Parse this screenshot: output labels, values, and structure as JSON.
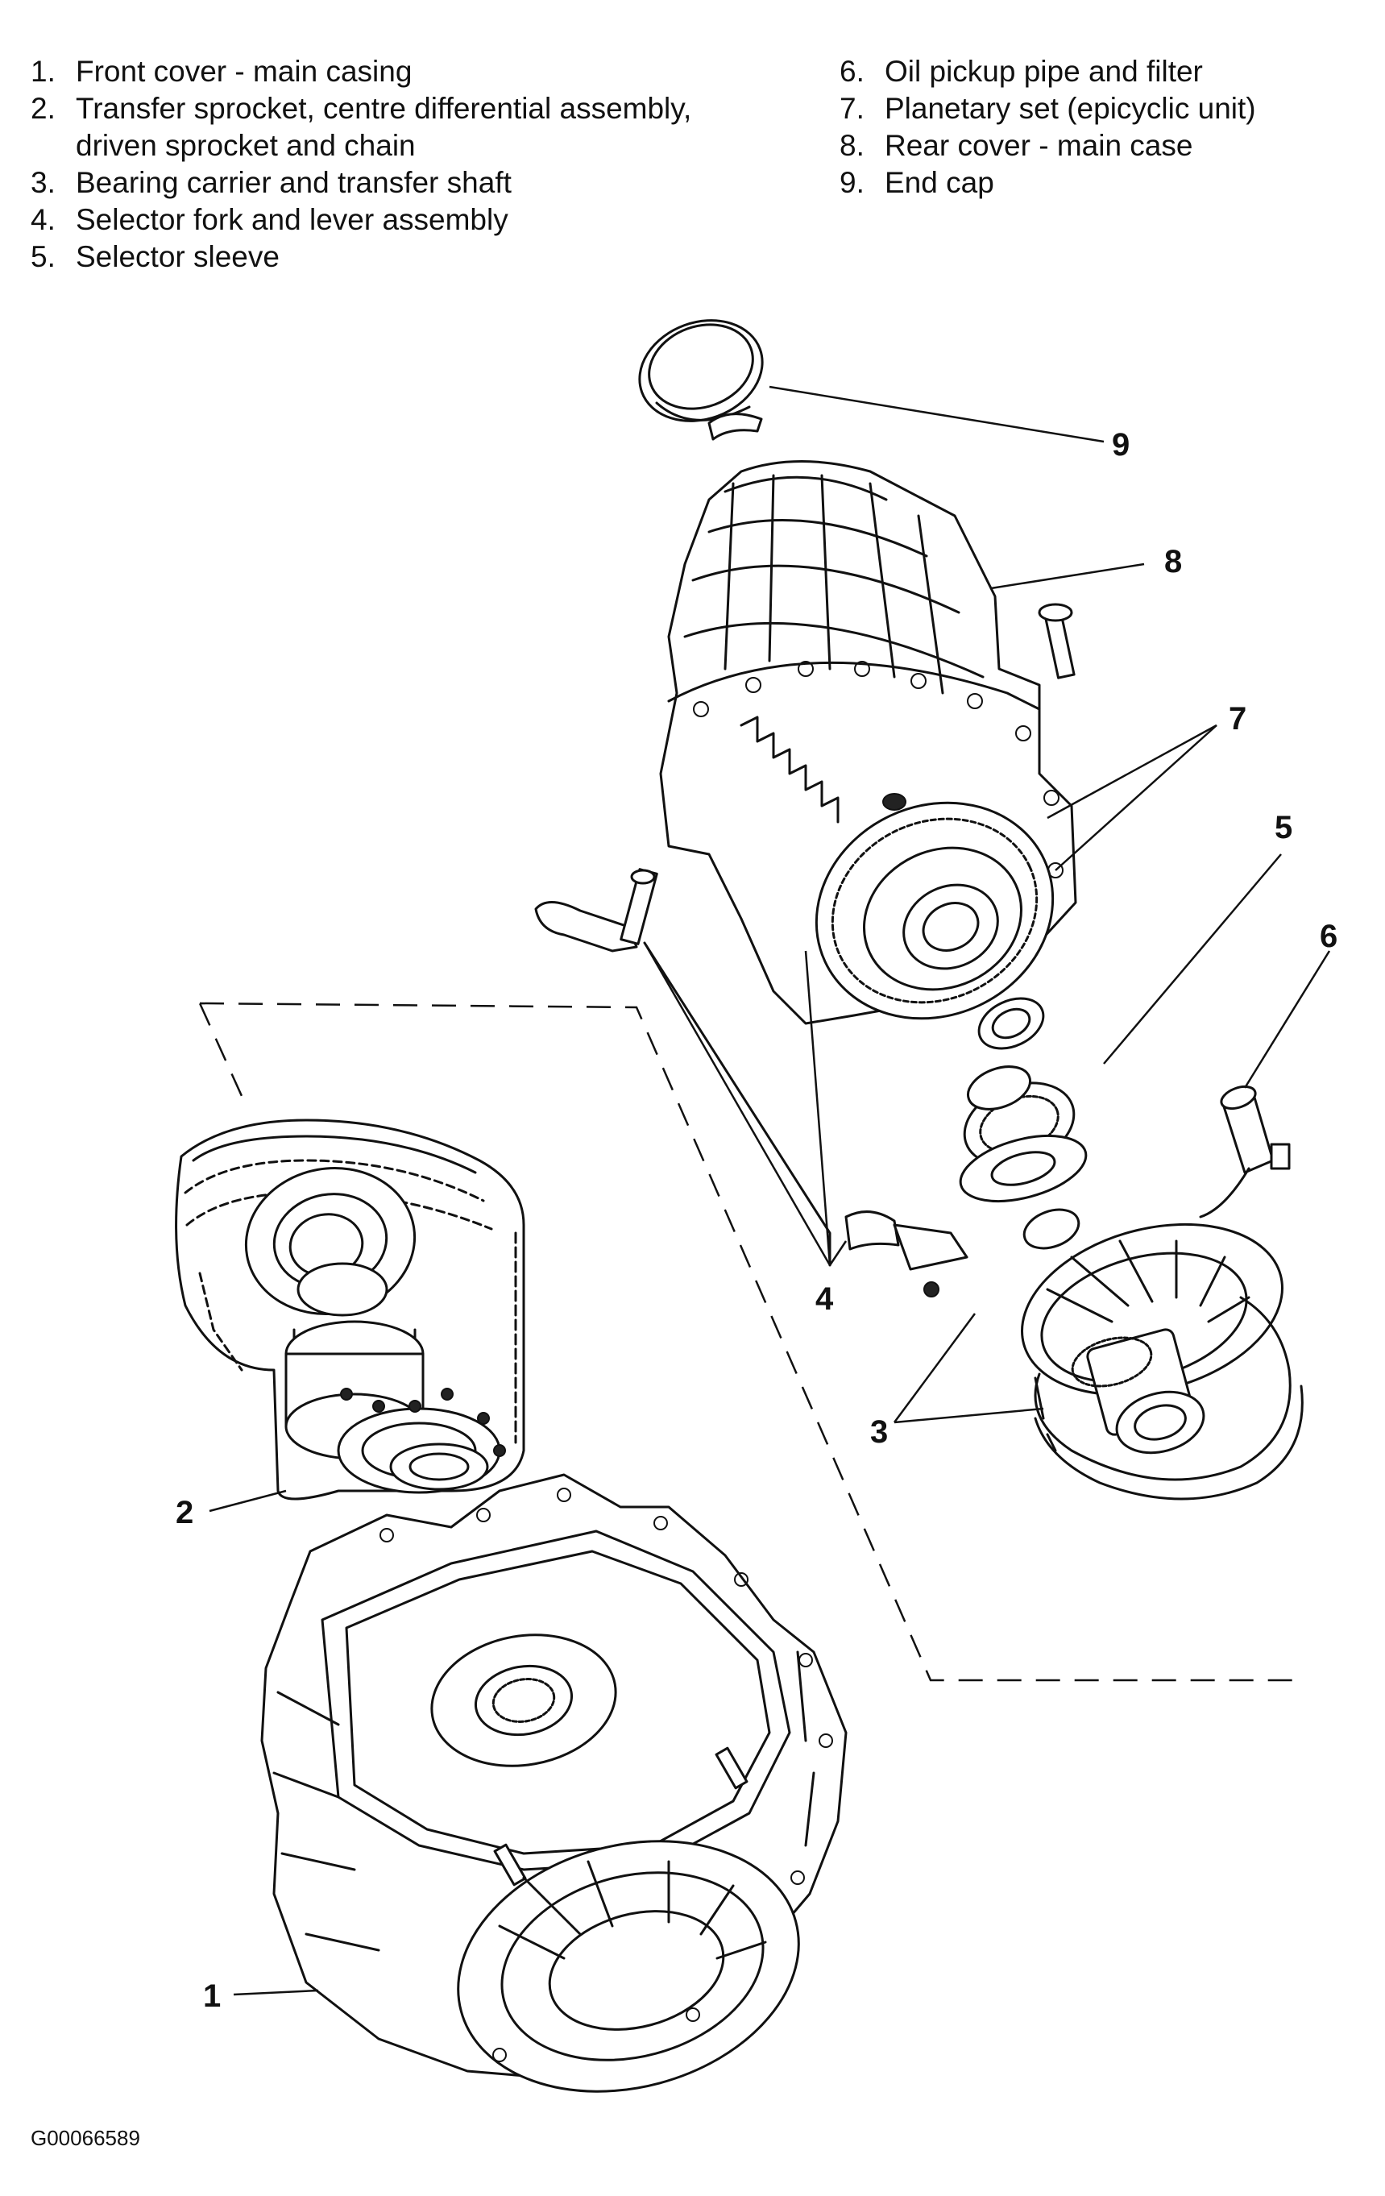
{
  "legend": {
    "left": [
      {
        "num": "1.",
        "text": "Front cover - main casing"
      },
      {
        "num": "2.",
        "text": "Transfer sprocket, centre differential assembly,"
      },
      {
        "num": "",
        "text": "driven sprocket and chain"
      },
      {
        "num": "3.",
        "text": "Bearing carrier and transfer shaft"
      },
      {
        "num": "4.",
        "text": "Selector fork and lever assembly"
      },
      {
        "num": "5.",
        "text": "Selector sleeve"
      }
    ],
    "right": [
      {
        "num": "6.",
        "text": "Oil pickup pipe and filter"
      },
      {
        "num": "7.",
        "text": "Planetary set (epicyclic unit)"
      },
      {
        "num": "8.",
        "text": "Rear cover - main case"
      },
      {
        "num": "9.",
        "text": "End cap"
      }
    ]
  },
  "callouts": {
    "c1": "1",
    "c2": "2",
    "c3": "3",
    "c4": "4",
    "c5": "5",
    "c6": "6",
    "c7": "7",
    "c8": "8",
    "c9": "9"
  },
  "figure_id": "G00066589"
}
